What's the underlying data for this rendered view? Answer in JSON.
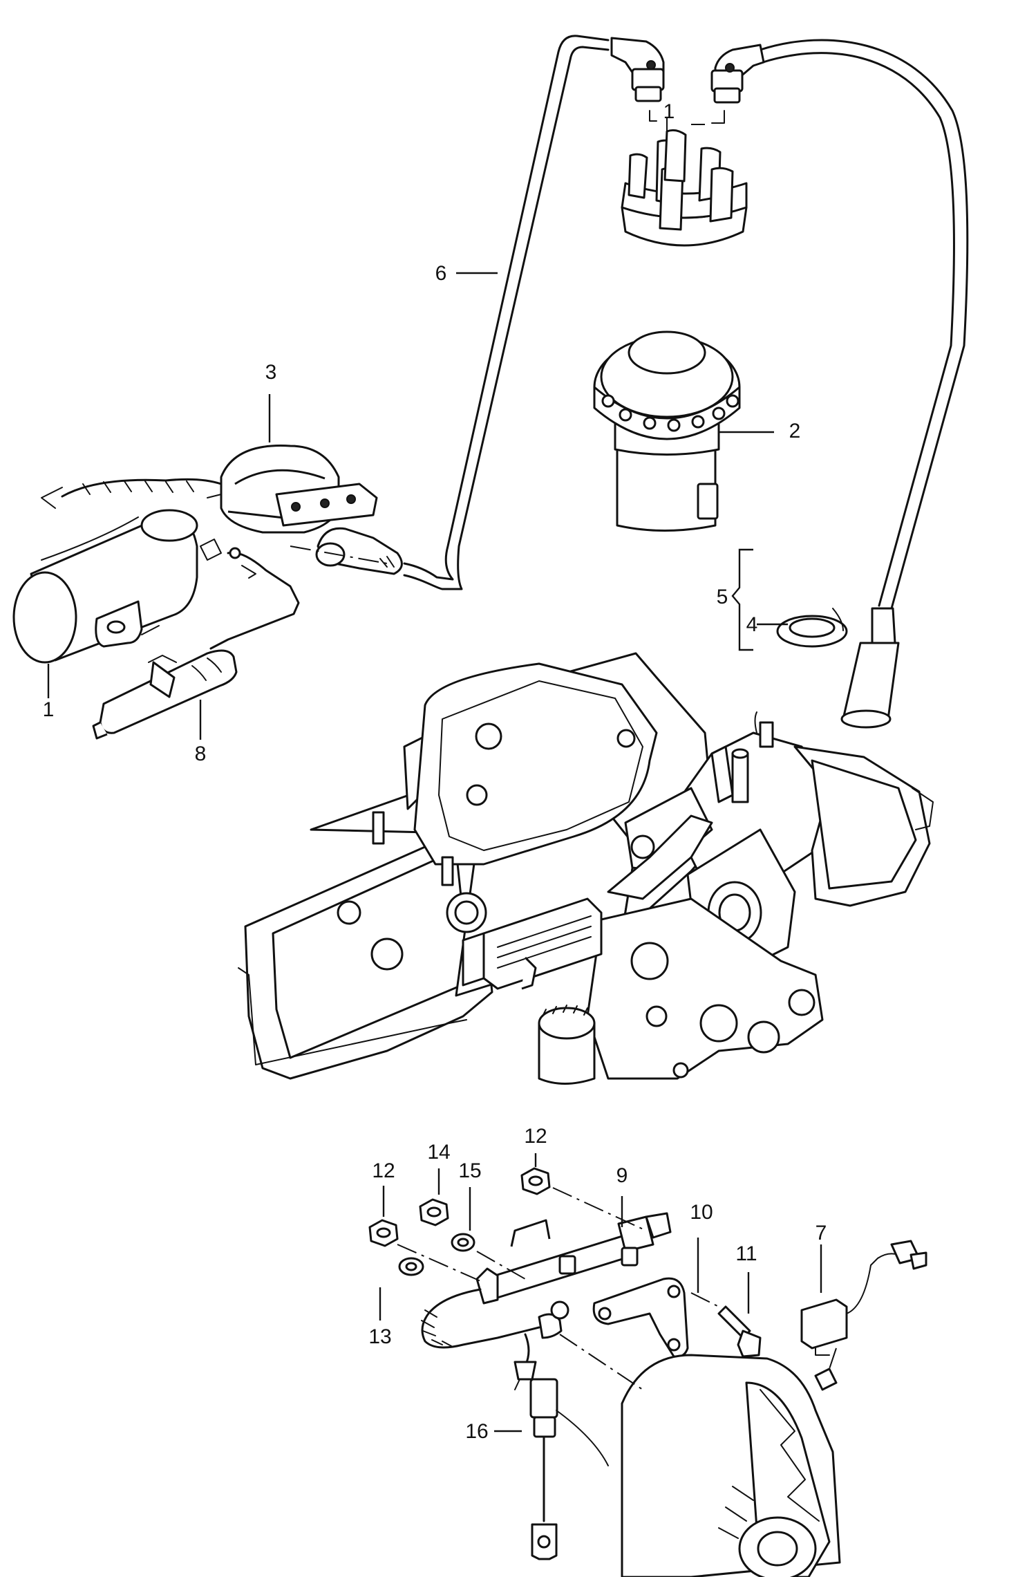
{
  "diagram": {
    "callouts": [
      {
        "id": "c1a",
        "label": "1"
      },
      {
        "id": "c1b",
        "label": "1"
      },
      {
        "id": "c2",
        "label": "2"
      },
      {
        "id": "c3",
        "label": "3"
      },
      {
        "id": "c4",
        "label": "4"
      },
      {
        "id": "c5",
        "label": "5"
      },
      {
        "id": "c6",
        "label": "6"
      },
      {
        "id": "c7",
        "label": "7"
      },
      {
        "id": "c8",
        "label": "8"
      },
      {
        "id": "c9",
        "label": "9"
      },
      {
        "id": "c10",
        "label": "10"
      },
      {
        "id": "c11",
        "label": "11"
      },
      {
        "id": "c12a",
        "label": "12"
      },
      {
        "id": "c12b",
        "label": "12"
      },
      {
        "id": "c13",
        "label": "13"
      },
      {
        "id": "c14",
        "label": "14"
      },
      {
        "id": "c15",
        "label": "15"
      },
      {
        "id": "c16",
        "label": "16"
      }
    ]
  }
}
